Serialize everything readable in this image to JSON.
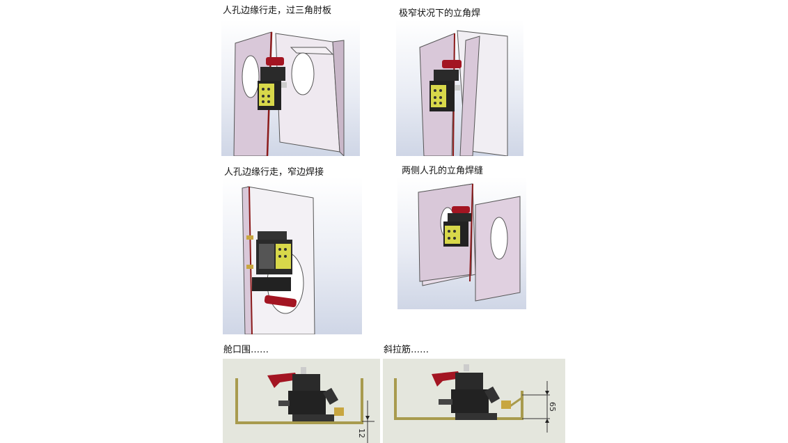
{
  "captions": {
    "c1": "人孔边缘行走，过三角肘板",
    "c2": "极窄状况下的立角焊",
    "c3": "人孔边缘行走，窄边焊接",
    "c4": "两侧人孔的立角焊缝",
    "c5": "舱口围……",
    "c6": "斜拉筋……"
  },
  "dimensions": {
    "d1": "12",
    "d2": "65"
  },
  "colors": {
    "plate": "#d9c8d9",
    "plate_edge": "#555555",
    "seam": "#8b1a1a",
    "handle": "#a31522",
    "yellow_panel": "#d8d84a",
    "body": "#2a2a2a",
    "channel": "#a89b4e"
  }
}
